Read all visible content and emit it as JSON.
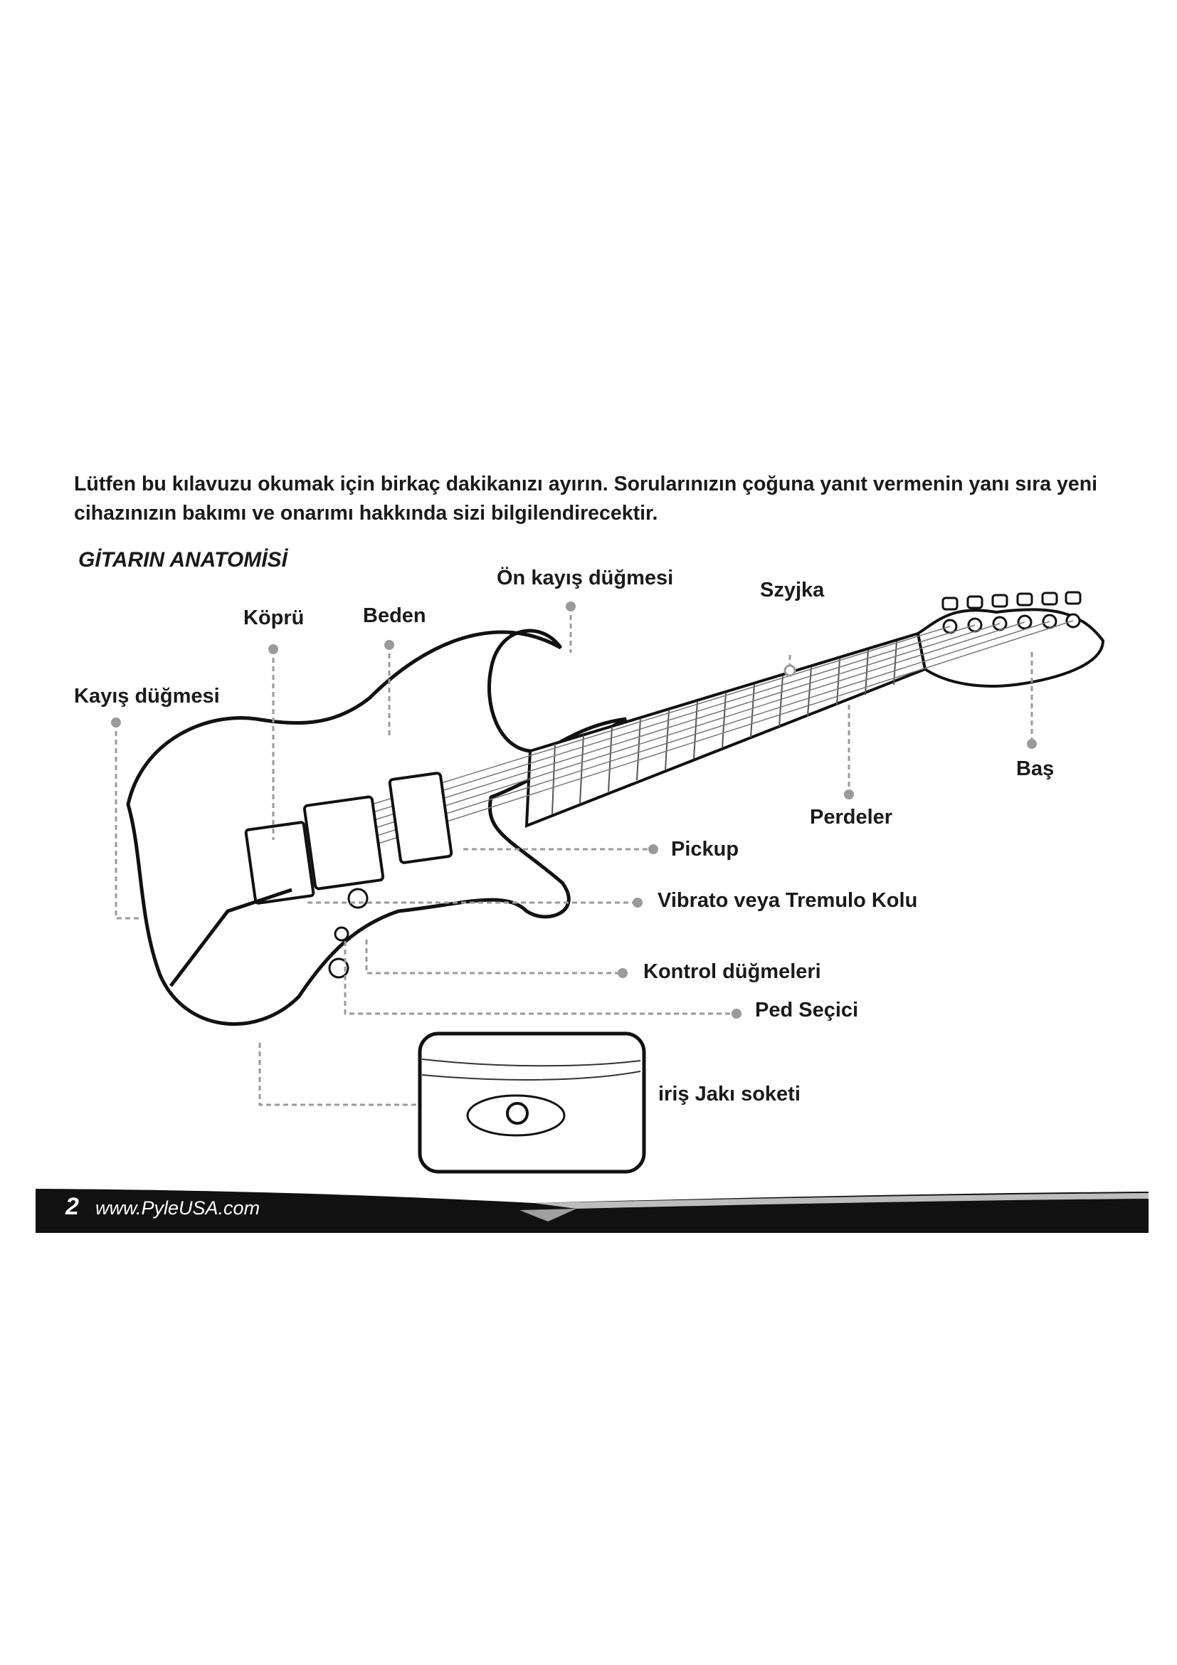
{
  "intro": "Lütfen bu kılavuzu okumak için birkaç dakikanızı ayırın. Sorularınızın çoğuna yanıt vermenin yanı sıra yeni cihazınızın bakımı ve onarımı hakkında sizi bilgilendirecektir.",
  "diagram": {
    "title": "GİTARIN ANATOMİSİ",
    "labels": {
      "strap_front": "Ön kayış düğmesi",
      "neck": "Szyjka",
      "bridge": "Köprü",
      "body": "Beden",
      "strap": "Kayış düğmesi",
      "head": "Baş",
      "frets": "Perdeler",
      "pickup": "Pickup",
      "vibrato": "Vibrato veya Tremulo Kolu",
      "controls": "Kontrol düğmeleri",
      "selector": "Ped Seçici",
      "jack": "iriş Jakı soketi"
    }
  },
  "footer": {
    "page": "2",
    "site": "www.PyleUSA.com"
  },
  "colors": {
    "text": "#1a1a1a",
    "callout": "#9a9a9a",
    "footer_bar": "#111111"
  }
}
